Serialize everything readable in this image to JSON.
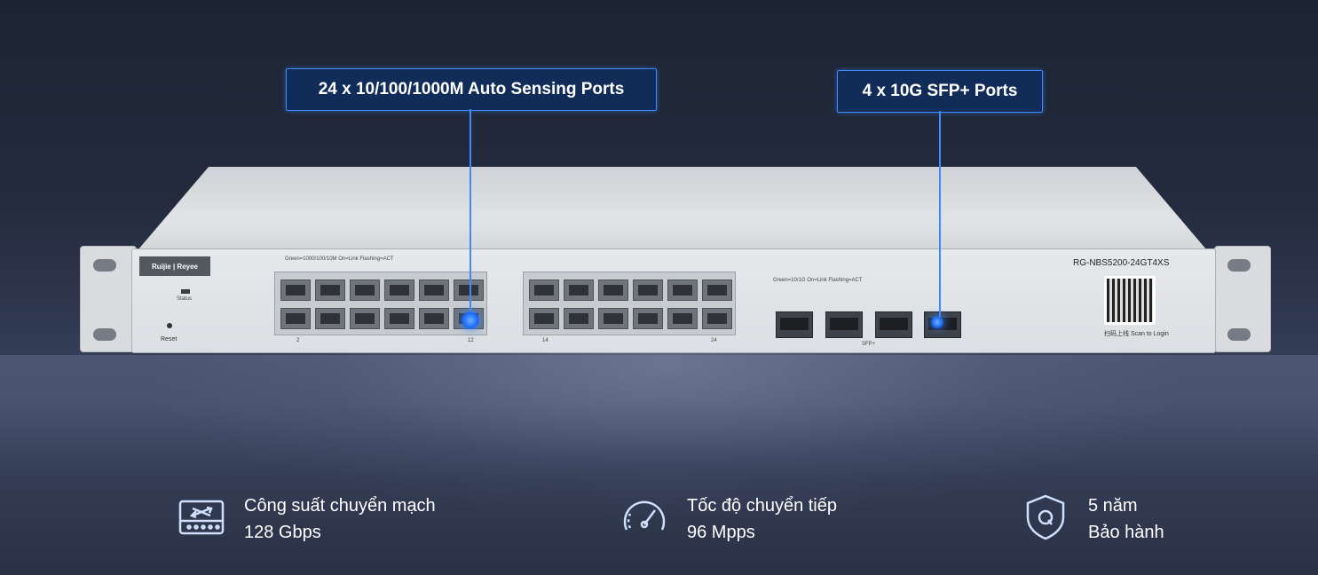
{
  "callouts": {
    "rj45_ports": "24 x 10/100/1000M Auto Sensing Ports",
    "sfp_ports": "4 x 10G SFP+ Ports"
  },
  "device": {
    "model": "RG-NBS5200-24GT4XS",
    "brand": "Ruijie | Reyee",
    "status_label": "Status",
    "reset_label": "Reset",
    "port_legend": "Green=1000/100/10M On=Link Flashing=ACT",
    "sfp_legend": "Green=10/1G On=Link Flashing=ACT",
    "sfp_label": "SFP+",
    "qr_caption": "扫码上线 Scan to Login",
    "block1_bottom_left": "2",
    "block1_bottom_right": "12",
    "block2_bottom_left": "14",
    "block2_bottom_right": "24"
  },
  "specs": [
    {
      "icon": "switch-icon",
      "line1": "Công suất chuyển mạch",
      "line2": "128 Gbps"
    },
    {
      "icon": "speedometer-icon",
      "line1": "Tốc độ chuyển tiếp",
      "line2": "96 Mpps"
    },
    {
      "icon": "shield-q-icon",
      "line1": "5 năm",
      "line2": "Bảo hành"
    }
  ],
  "colors": {
    "accent": "#3d8bff",
    "callout_bg": "#102c5c",
    "background": "#232b3d"
  }
}
